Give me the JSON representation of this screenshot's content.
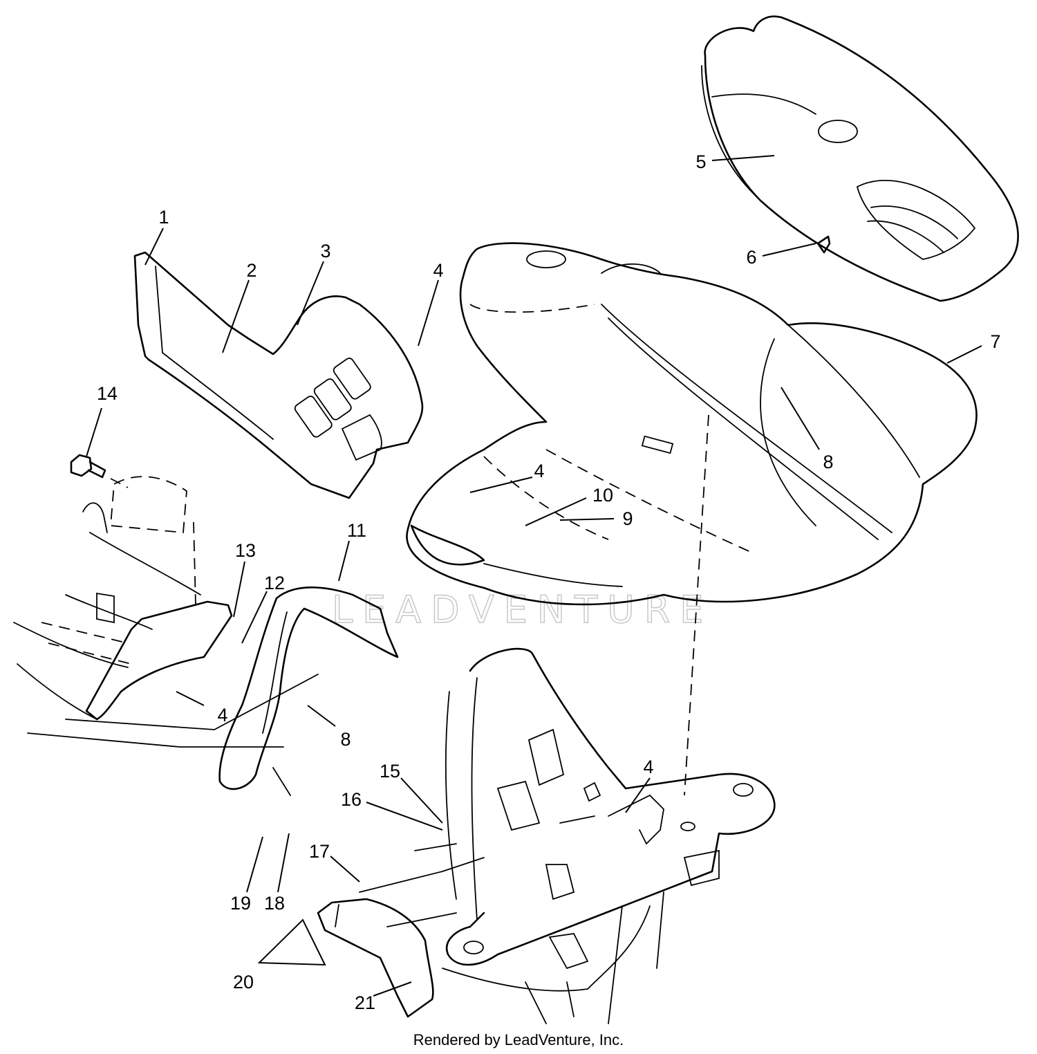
{
  "diagram": {
    "callouts": [
      {
        "id": "c1",
        "label": "1"
      },
      {
        "id": "c2",
        "label": "2"
      },
      {
        "id": "c3",
        "label": "3"
      },
      {
        "id": "c4a",
        "label": "4"
      },
      {
        "id": "c4b",
        "label": "4"
      },
      {
        "id": "c4c",
        "label": "4"
      },
      {
        "id": "c4d",
        "label": "4"
      },
      {
        "id": "c5",
        "label": "5"
      },
      {
        "id": "c6",
        "label": "6"
      },
      {
        "id": "c7",
        "label": "7"
      },
      {
        "id": "c8a",
        "label": "8"
      },
      {
        "id": "c8b",
        "label": "8"
      },
      {
        "id": "c9",
        "label": "9"
      },
      {
        "id": "c10",
        "label": "10"
      },
      {
        "id": "c11",
        "label": "11"
      },
      {
        "id": "c12",
        "label": "12"
      },
      {
        "id": "c13",
        "label": "13"
      },
      {
        "id": "c14",
        "label": "14"
      },
      {
        "id": "c15",
        "label": "15"
      },
      {
        "id": "c16",
        "label": "16"
      },
      {
        "id": "c17",
        "label": "17"
      },
      {
        "id": "c18",
        "label": "18"
      },
      {
        "id": "c19",
        "label": "19"
      },
      {
        "id": "c20",
        "label": "20"
      },
      {
        "id": "c21",
        "label": "21"
      }
    ],
    "watermark": "LEADVENTURE"
  },
  "footer": {
    "credit": "Rendered by LeadVenture, Inc."
  }
}
